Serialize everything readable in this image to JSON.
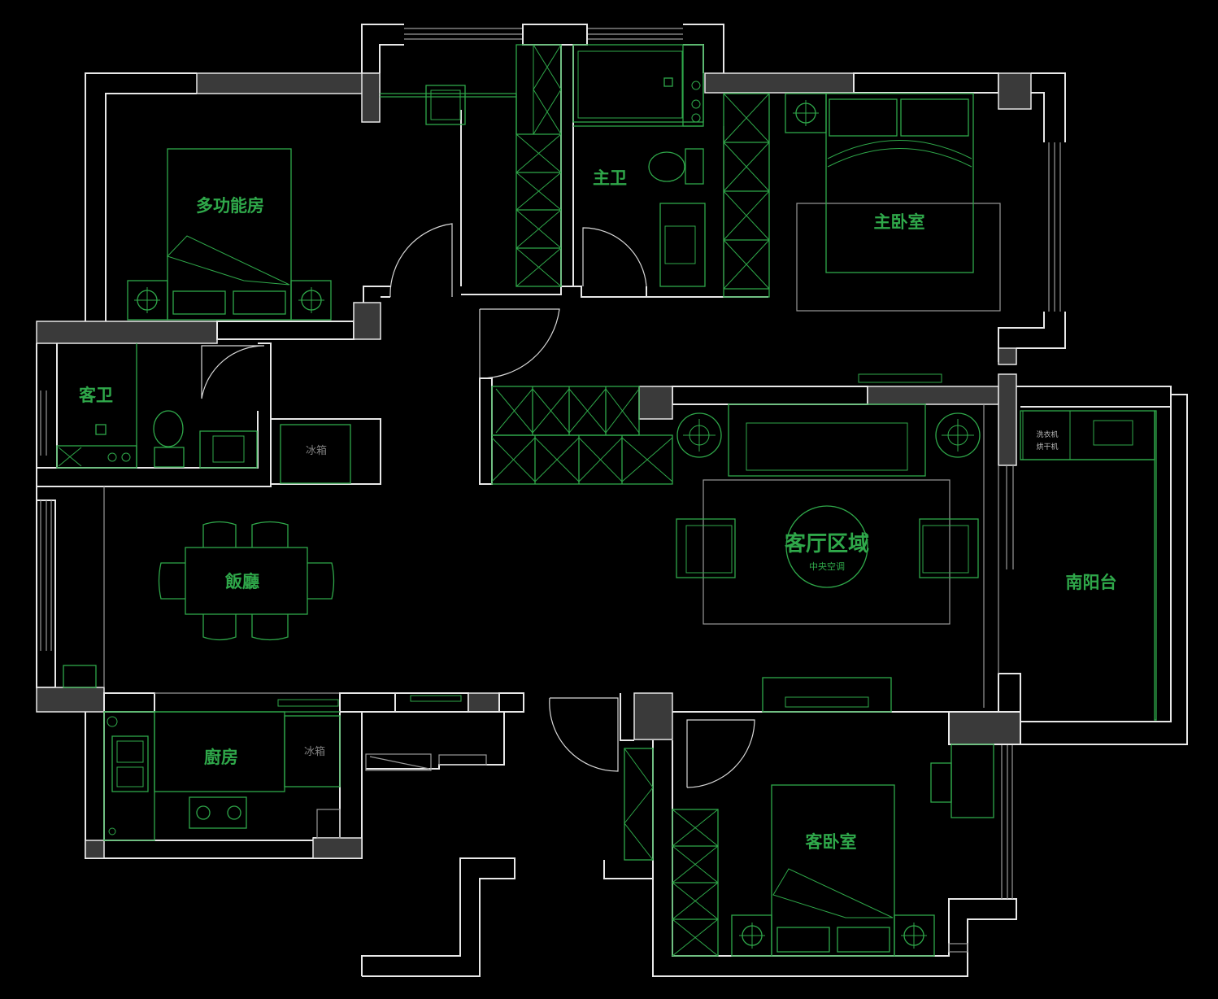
{
  "plan": {
    "rooms": {
      "multi_function_room": "多功能房",
      "master_bath": "主卫",
      "master_bedroom": "主卧室",
      "guest_bath": "客卫",
      "fridge_1": "冰箱",
      "dining": "飯廳",
      "living_area": "客厅区域",
      "central_ac": "中央空调",
      "south_balcony": "南阳台",
      "kitchen": "廚房",
      "fridge_2": "冰箱",
      "guest_bedroom": "客卧室",
      "washer": "洗衣机",
      "dryer": "烘干机"
    },
    "colors": {
      "background": "#000000",
      "walls": "#e8e8e8",
      "wall_fill": "#3a3a3a",
      "furniture": "#2fa84a"
    }
  }
}
